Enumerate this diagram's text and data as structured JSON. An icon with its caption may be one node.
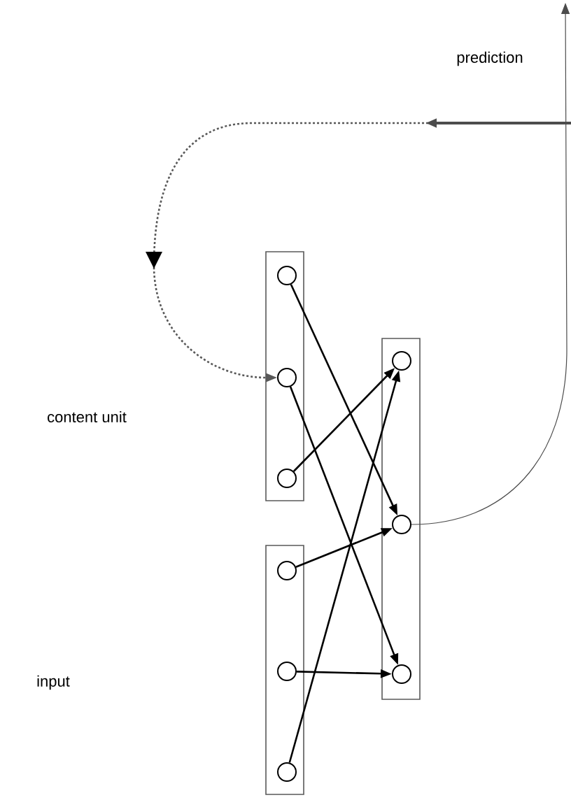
{
  "diagram": {
    "nodes": [
      {
        "text": [],
        "shape": "box"
      },
      {
        "text": [],
        "shape": "circle",
        "in": 0
      },
      {
        "text": [],
        "shape": "circle",
        "in": 0
      },
      {
        "text": [],
        "shape": "circle",
        "in": 0
      },
      {
        "text": [],
        "shape": "box"
      },
      {
        "text": [],
        "shape": "circle",
        "in": 4
      },
      {
        "text": [],
        "shape": "circle",
        "in": 4
      },
      {
        "text": [],
        "shape": "circle",
        "in": 4
      },
      {
        "text": [],
        "shape": "box"
      },
      {
        "text": [],
        "shape": "circle",
        "in": 8
      },
      {
        "text": [],
        "shape": "circle",
        "in": 8
      },
      {
        "text": [],
        "shape": "circle",
        "in": 8
      }
    ],
    "edges": [
      {
        "from": 1,
        "to": 10,
        "arrow": "to"
      },
      {
        "from": 2,
        "to": 11,
        "arrow": "to"
      },
      {
        "from": 3,
        "to": 9,
        "arrow": "to"
      },
      {
        "from": 5,
        "to": 10,
        "arrow": "to"
      },
      {
        "from": 6,
        "to": 11,
        "arrow": "to"
      },
      {
        "from": 7,
        "to": 9,
        "arrow": "to"
      },
      {
        "from": 10,
        "to": null,
        "arrow": "to"
      },
      {
        "from": null,
        "to": 2,
        "arrow": "to",
        "style": "dashed"
      }
    ],
    "labels": [
      "prediction",
      "content unit",
      "input"
    ]
  }
}
